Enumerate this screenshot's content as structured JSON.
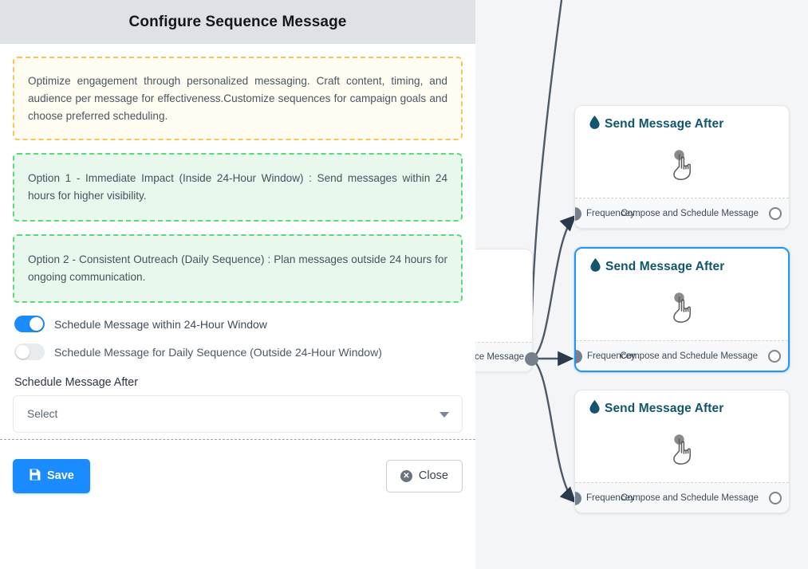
{
  "panel": {
    "title": "Configure Sequence Message",
    "callouts": [
      {
        "kind": "info",
        "text": "Optimize engagement through personalized messaging. Craft content, timing, and audience per message for effectiveness.Customize sequences for campaign goals and choose preferred scheduling."
      },
      {
        "kind": "ok",
        "text": "Option 1 - Immediate Impact (Inside 24-Hour Window) : Send messages within 24 hours for higher visibility."
      },
      {
        "kind": "ok",
        "text": "Option 2 - Consistent Outreach (Daily Sequence) : Plan messages outside 24 hours for ongoing communication."
      }
    ],
    "toggles": [
      {
        "label": "Schedule Message within 24-Hour Window",
        "state": "on"
      },
      {
        "label": "Schedule Message for Daily Sequence (Outside 24-Hour Window)",
        "state": "off"
      }
    ],
    "schedule_field": {
      "label": "Schedule Message After",
      "value": "Select",
      "placeholder": "Select"
    },
    "footer": {
      "save_label": "Save",
      "save_icon": "floppy-disk-icon",
      "close_label": "Close",
      "close_icon": "circle-x-icon"
    },
    "colors": {
      "header_bg": "#dee2e6",
      "primary": "#1a8cff",
      "info_bg": "#fffdf1",
      "info_border": "#f5c65b",
      "ok_bg": "#e8f8ec",
      "ok_border": "#5ed97a"
    }
  },
  "canvas": {
    "background": "#f4f5f7",
    "selected_node_color": "#2196f3",
    "edge_color": "#4d5a68",
    "upstream_node": {
      "footer_text": "ce Message"
    },
    "nodes": [
      {
        "title": "Send Message After",
        "title_icon": "water-drop-icon",
        "center_icon": "hand-pointer-icon",
        "footer_left": "Frequencey",
        "footer_right": "Compose and Schedule Message",
        "selected": false
      },
      {
        "title": "Send Message After",
        "title_icon": "water-drop-icon",
        "center_icon": "hand-pointer-icon",
        "footer_left": "Frequencey",
        "footer_right": "Compose and Schedule Message",
        "selected": true
      },
      {
        "title": "Send Message After",
        "title_icon": "water-drop-icon",
        "center_icon": "hand-pointer-icon",
        "footer_left": "Frequencey",
        "footer_right": "Compose and Schedule Message",
        "selected": false
      }
    ]
  }
}
